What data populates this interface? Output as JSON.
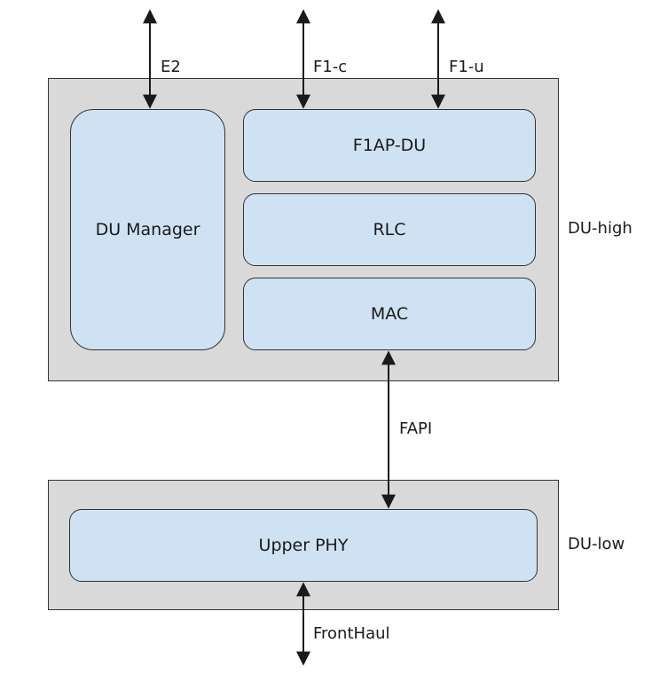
{
  "interfaces": {
    "e2": "E2",
    "f1c": "F1-c",
    "f1u": "F1-u",
    "fapi": "FAPI",
    "fronthaul": "FrontHaul"
  },
  "du_high": {
    "label": "DU-high",
    "blocks": {
      "du_manager": "DU Manager",
      "f1ap_du": "F1AP-DU",
      "rlc": "RLC",
      "mac": "MAC"
    }
  },
  "du_low": {
    "label": "DU-low",
    "blocks": {
      "upper_phy": "Upper PHY"
    }
  },
  "colors": {
    "group_fill": "#d9d9d9",
    "block_fill": "#cfe2f3",
    "stroke": "#333333"
  }
}
